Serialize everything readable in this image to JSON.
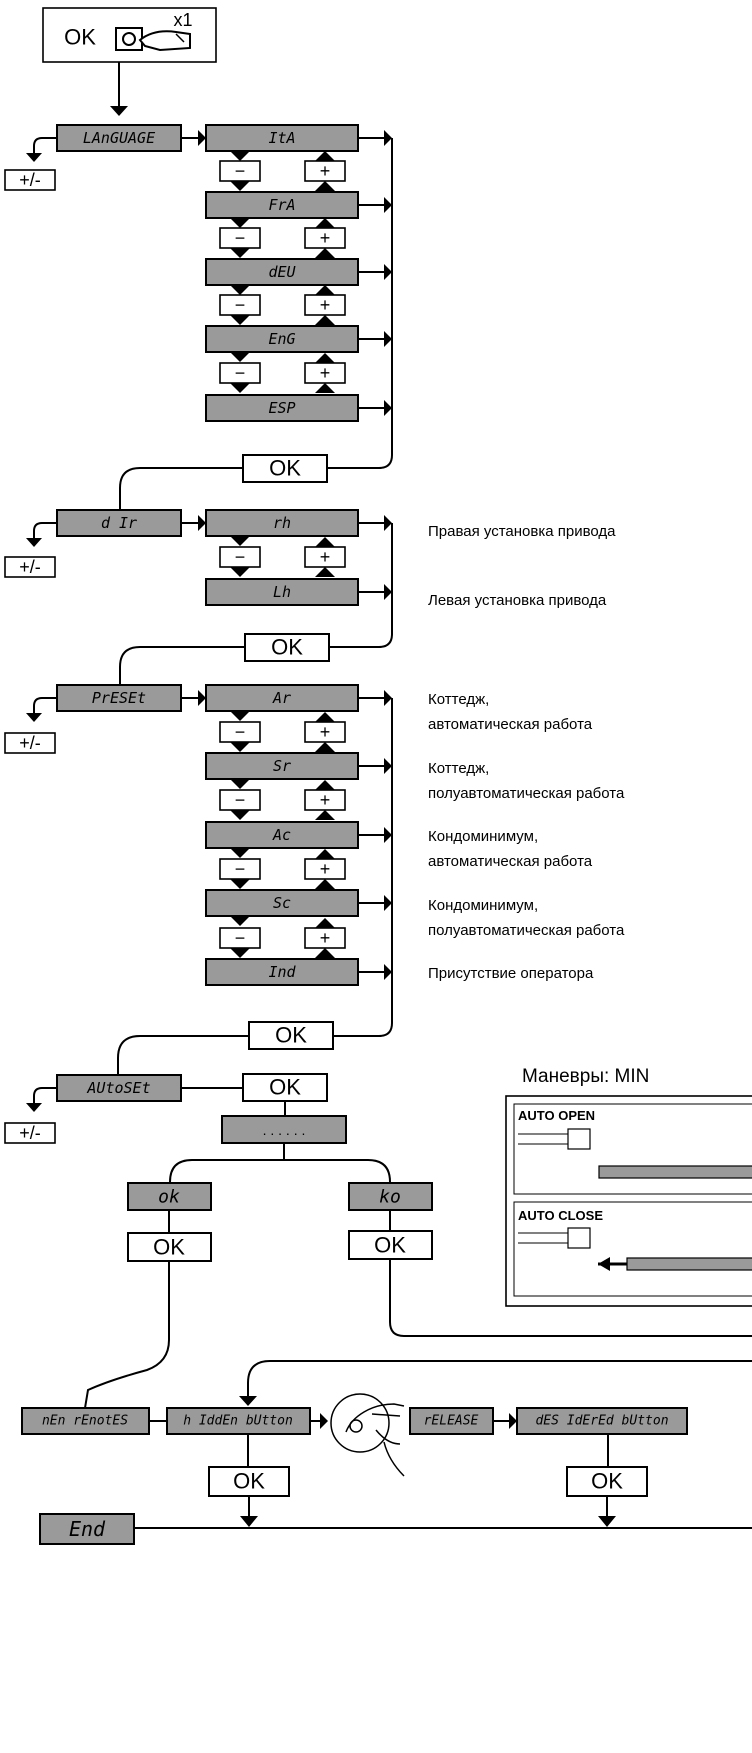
{
  "start": {
    "ok_label": "OK",
    "count_label": "x1"
  },
  "ok_label": "OK",
  "minus": "−",
  "plus": "+",
  "plusminus": "+/-",
  "language": {
    "label": "LAnGUAGE",
    "options": [
      "ItA",
      "FrA",
      "dEU",
      "EnG",
      "ESP"
    ]
  },
  "dir": {
    "label": "d Ir",
    "options": [
      "rh",
      "Lh"
    ],
    "descriptions": [
      "Правая установка привода",
      "Левая установка привода"
    ]
  },
  "preset": {
    "label": "PrESEt",
    "options": [
      "Ar",
      "Sr",
      "Ac",
      "Sc",
      "Ind"
    ],
    "descriptions": [
      [
        "Коттедж,",
        "автоматическая работа"
      ],
      [
        "Коттедж,",
        "полуавтоматическая работа"
      ],
      [
        "Кондоминимум,",
        "автоматическая работа"
      ],
      [
        "Кондоминимум,",
        "полуавтоматическая работа"
      ],
      [
        "Присутствие оператора"
      ]
    ]
  },
  "autoset": {
    "label": "AUtoSEt",
    "progress": ". . .   . . .",
    "result_ok": "ok",
    "result_ko": "ko"
  },
  "maneuvers": {
    "title": "Маневры: MIN",
    "auto_open": "AUTO OPEN",
    "auto_close": "AUTO CLOSE"
  },
  "remotes": {
    "label": "nEn rEnotES",
    "hidden": "h IddEn bUtton",
    "release": "rELEASE",
    "desired": "dES IdErEd bUtton"
  },
  "end_label": "End"
}
